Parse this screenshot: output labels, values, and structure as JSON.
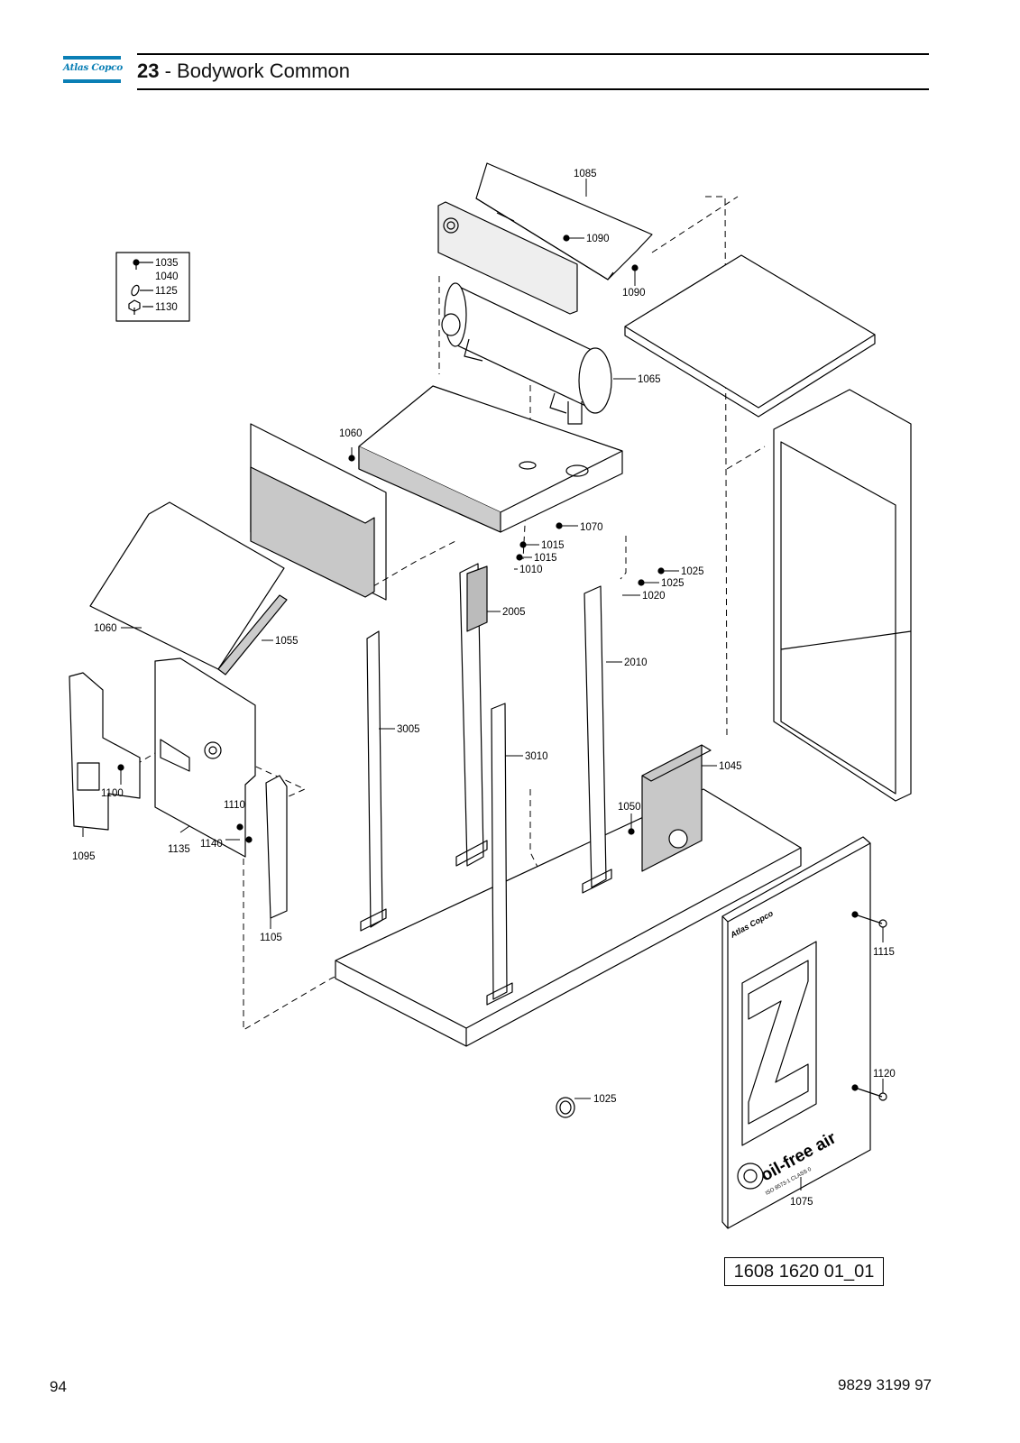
{
  "header": {
    "logo_text": "Atlas Copco",
    "chapter_number": "23",
    "chapter_title": " - Bodywork Common"
  },
  "legend": {
    "labels": [
      "1035",
      "1040",
      "1125",
      "1130"
    ]
  },
  "callouts": {
    "c1085": "1085",
    "c1090a": "1090",
    "c1090b": "1090",
    "c1065": "1065",
    "c1060a": "1060",
    "c1070": "1070",
    "c1015a": "1015",
    "c1015b": "1015",
    "c1010": "1010",
    "c1025a": "1025",
    "c1025b": "1025",
    "c1020": "1020",
    "c1060b": "1060",
    "c1055": "1055",
    "c2005": "2005",
    "c2010": "2010",
    "c3005": "3005",
    "c3010": "3010",
    "c1045": "1045",
    "c1050": "1050",
    "c1100": "1100",
    "c1110": "1110",
    "c1095": "1095",
    "c1135": "1135",
    "c1140": "1140",
    "c1105": "1105",
    "c1115": "1115",
    "c1120": "1120",
    "c1025c": "1025",
    "c1075": "1075"
  },
  "panel_graphic": {
    "letter": "Z",
    "brand": "Atlas Copco",
    "slogan": "oil-free air",
    "sub": "ISO 8573-1 CLASS 0"
  },
  "figure_id": "1608 1620 01_01",
  "footer": {
    "page_number": "94",
    "document_number": "9829 3199 97"
  }
}
